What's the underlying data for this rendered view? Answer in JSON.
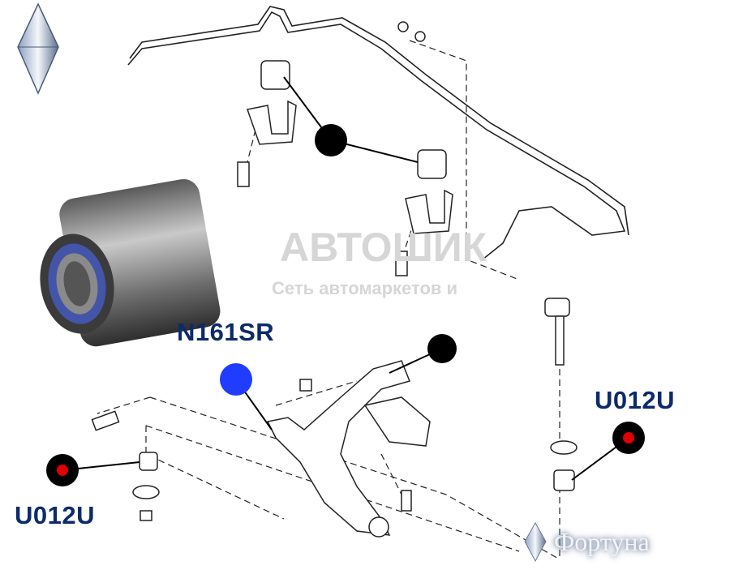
{
  "labels": {
    "center_part": "N161SR",
    "right_part": "U012U",
    "left_part": "U012U"
  },
  "watermark": {
    "title": "АВТОШИК",
    "subtitle": "Сеть автомаркетов и"
  },
  "brand": {
    "name": "Фортуна"
  },
  "colors": {
    "label_text": "#0d2a6b",
    "marker_black": "#000000",
    "marker_blue": "#1f3cff",
    "marker_red": "#e00000",
    "line_art": "#222222"
  }
}
